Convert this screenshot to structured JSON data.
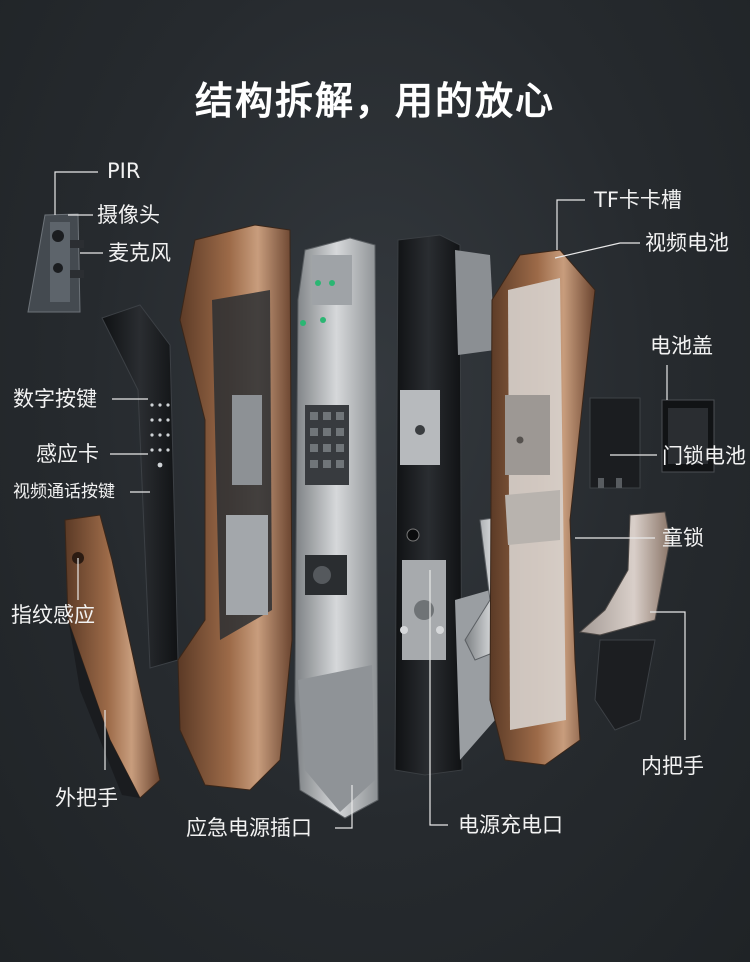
{
  "title": "结构拆解，用的放心",
  "labels": {
    "pir": "PIR",
    "camera": "摄像头",
    "mic": "麦克风",
    "keypad": "数字按键",
    "card": "感应卡",
    "video_call": "视频通话按键",
    "fingerprint": "指纹感应",
    "outer_handle": "外把手",
    "emergency_port": "应急电源插口",
    "charge_port": "电源充电口",
    "tf_slot": "TF卡卡槽",
    "video_battery": "视频电池",
    "battery_cover": "电池盖",
    "lock_battery": "门锁电池",
    "child_lock": "童锁",
    "inner_handle": "内把手"
  },
  "colors": {
    "background": "#262a2e",
    "bronze": "#8a5a3c",
    "silver": "#b9bcbf",
    "black_panel": "#15171a"
  }
}
